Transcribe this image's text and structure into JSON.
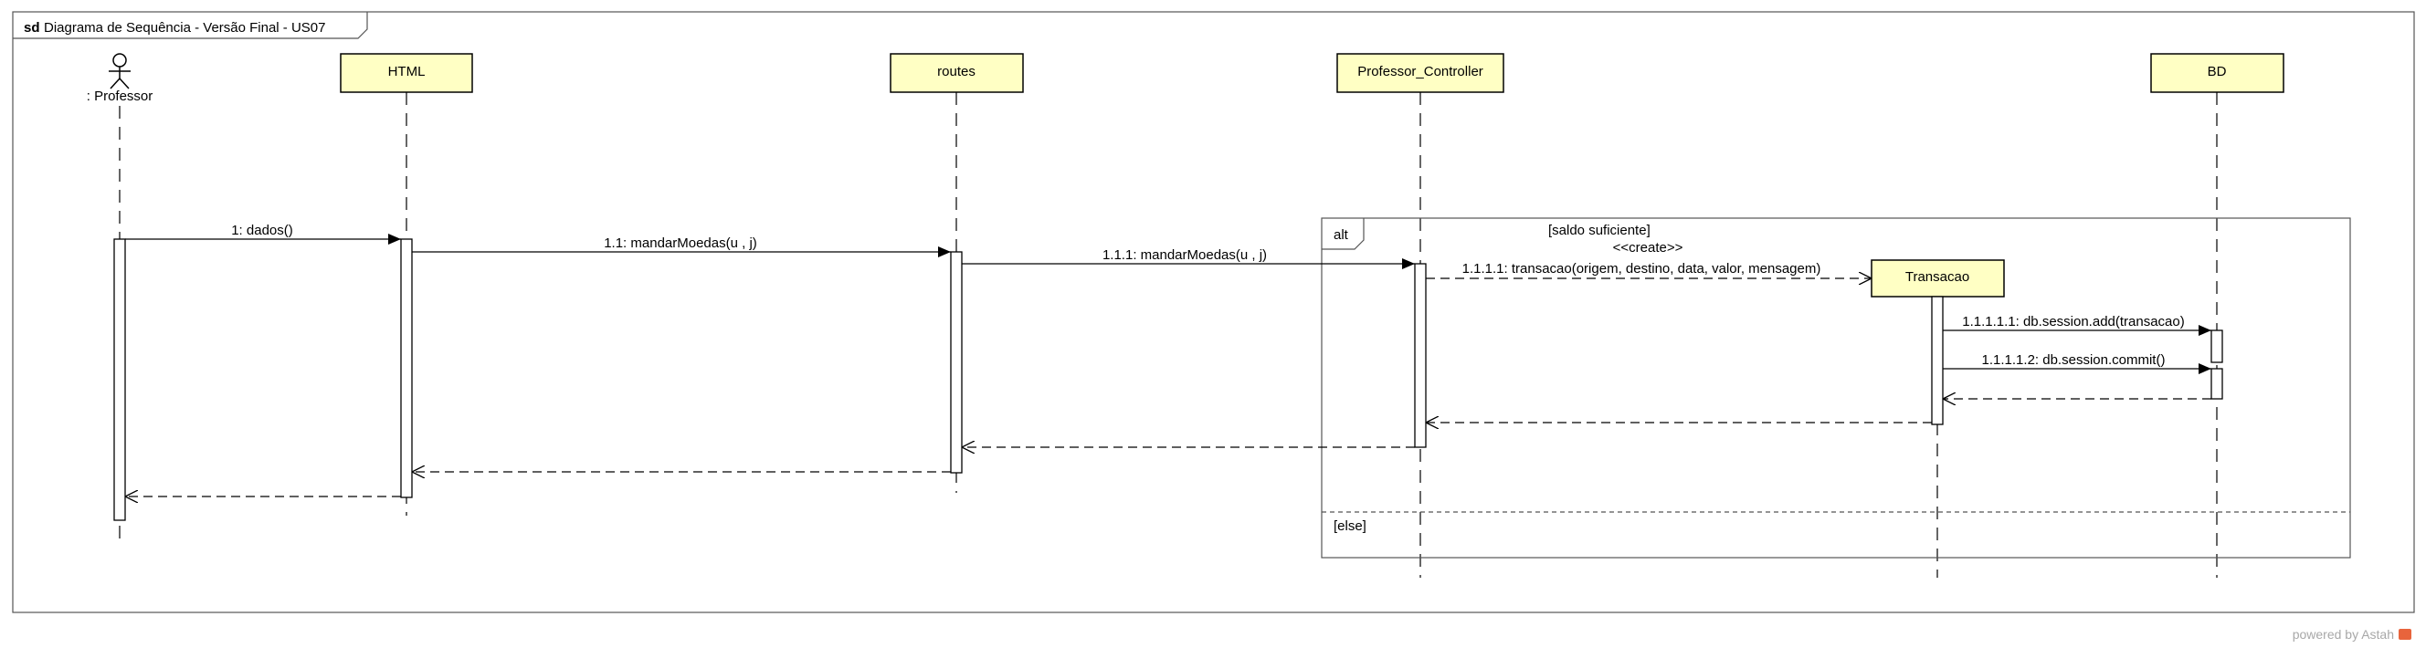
{
  "frame": {
    "keyword": "sd",
    "title": "Diagrama de Sequência - Versão Final - US07"
  },
  "actor": {
    "name": ": Professor"
  },
  "lifelines": {
    "html": "HTML",
    "routes": "routes",
    "controller": "Professor_Controller",
    "bd": "BD",
    "transacao": "Transacao"
  },
  "fragment": {
    "operator": "alt",
    "guard_1": "[saldo suficiente]",
    "guard_2": "[else]"
  },
  "messages": {
    "m1": "1: dados()",
    "m11": "1.1: mandarMoedas(u , j)",
    "m111": "1.1.1: mandarMoedas(u , j)",
    "stereotype": "<<create>>",
    "m1111": "1.1.1.1: transacao(origem, destino, data, valor, mensagem)",
    "m11111": "1.1.1.1.1: db.session.add(transacao)",
    "m11112": "1.1.1.1.2: db.session.commit()"
  },
  "watermark": {
    "text": "powered by Astah"
  },
  "colors": {
    "lifeline_head_fill": "#ffffc4",
    "stroke": "#000000",
    "frame_stroke": "#555555",
    "watermark_accent": "#e8643c"
  }
}
